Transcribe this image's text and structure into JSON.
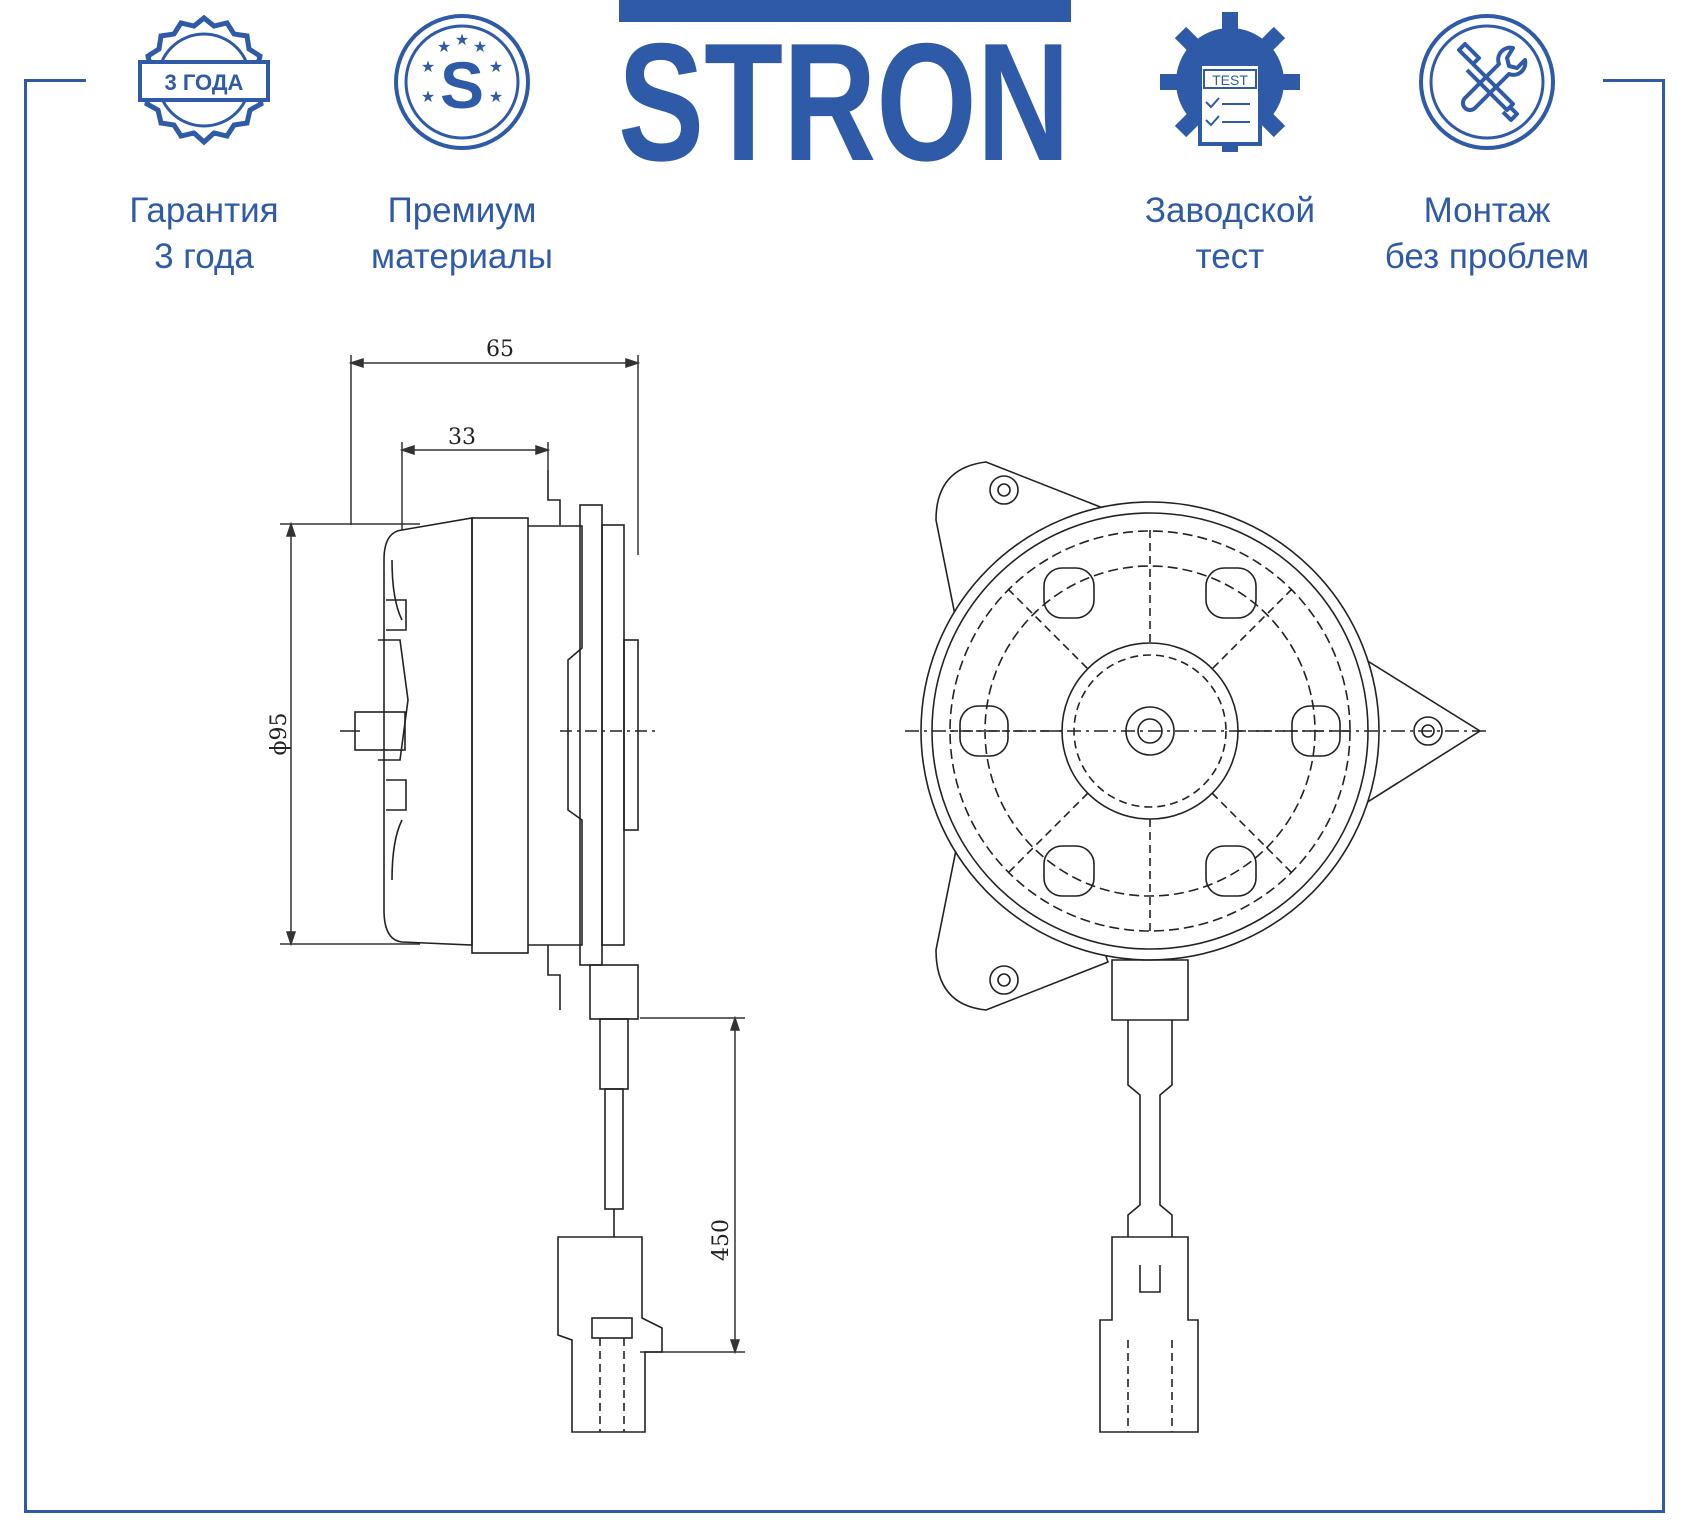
{
  "brand": {
    "name": "STRON",
    "color": "#2e5aa8"
  },
  "badges": [
    {
      "id": "warranty",
      "icon": "seal-icon",
      "seal_text": "3 ГОДА",
      "line1": "Гарантия",
      "line2": "3 года"
    },
    {
      "id": "premium",
      "icon": "s-stars-icon",
      "seal_text": "S",
      "line1": "Премиум",
      "line2": "материалы"
    },
    {
      "id": "test",
      "icon": "gear-test-icon",
      "seal_text": "TEST",
      "line1": "Заводской",
      "line2": "тест"
    },
    {
      "id": "mount",
      "icon": "tools-icon",
      "line1": "Монтаж",
      "line2": "без проблем"
    }
  ],
  "dimensions": {
    "overall_depth": "65",
    "motor_depth": "33",
    "diameter": "ϕ95",
    "cable_length": "450"
  }
}
